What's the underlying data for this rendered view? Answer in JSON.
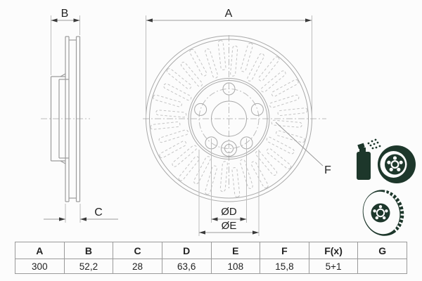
{
  "page": {
    "background": "#fcfcfc"
  },
  "drawing": {
    "dim_labels": {
      "A": "A",
      "B": "B",
      "C": "C",
      "F": "F",
      "D": "ØD",
      "E": "ØE"
    }
  },
  "spec_table": {
    "headers": [
      "A",
      "B",
      "C",
      "D",
      "E",
      "F",
      "F(x)",
      "G"
    ],
    "values": [
      "300",
      "52,2",
      "28",
      "63,6",
      "108",
      "15,8",
      "5+1",
      ""
    ]
  },
  "icons": {
    "coated_disc": "spray-can-coated-disc-icon",
    "vented_disc": "vented-brake-disc-icon",
    "color": "#1d372b"
  }
}
